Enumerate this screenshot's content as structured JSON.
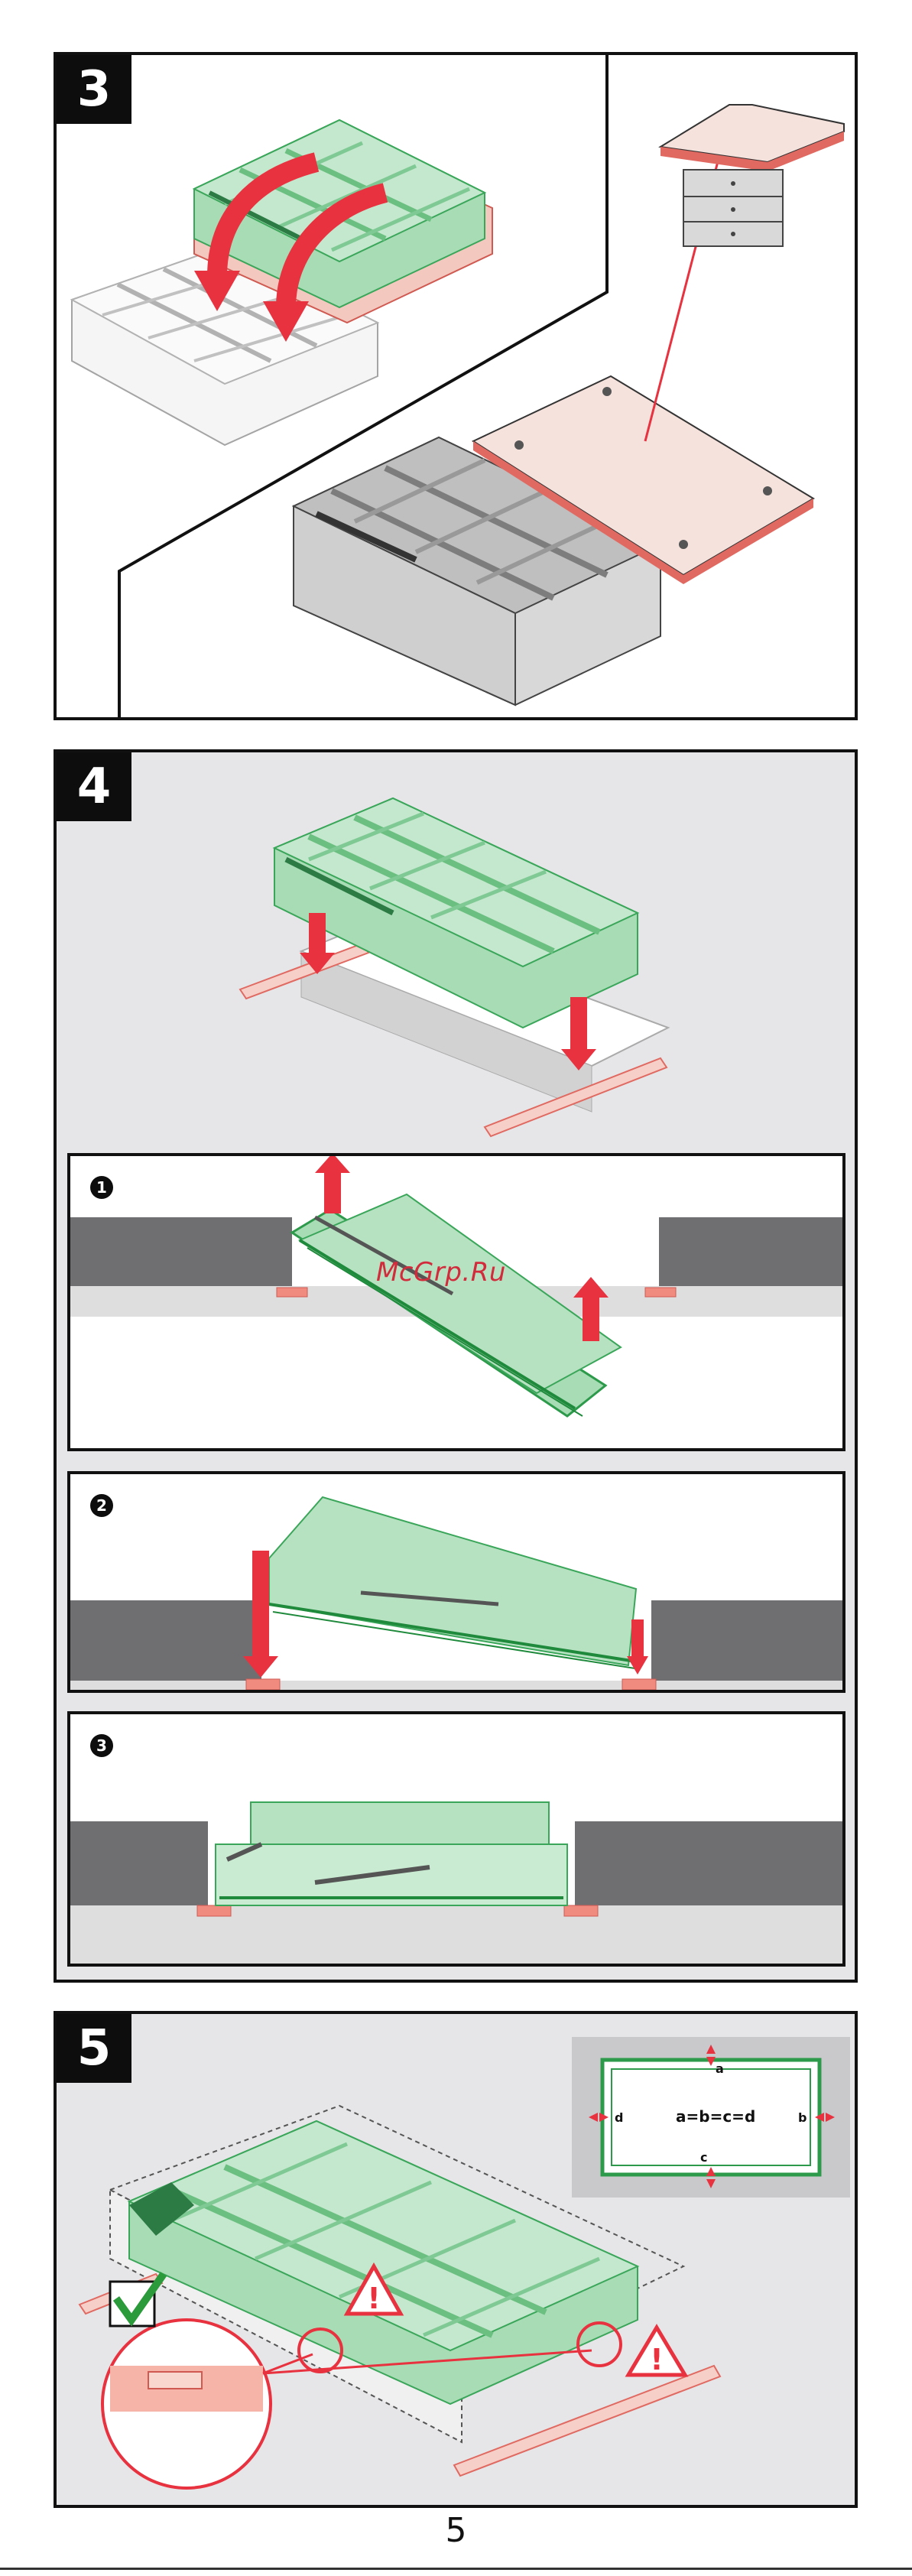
{
  "steps": [
    {
      "number": "3"
    },
    {
      "number": "4"
    },
    {
      "number": "5"
    }
  ],
  "substeps": [
    {
      "number": "1"
    },
    {
      "number": "2"
    },
    {
      "number": "3"
    }
  ],
  "watermark": "McGrp.Ru",
  "inset": {
    "formula": "a=b=c=d",
    "label_a": "a",
    "label_b": "b",
    "label_c": "c",
    "label_d": "d"
  },
  "warning_symbol": "!",
  "page_number": "5",
  "colors": {
    "frame_green": "#a8dcb4",
    "frame_edge_green": "#3aa65a",
    "arrow_red": "#e8323f",
    "pink_lid": "#f7ddd6",
    "pink_edge": "#e06a62",
    "gray_hatch": "#6f6f71",
    "check_green": "#2a9a3a"
  },
  "icons": [
    "warning-triangle-icon",
    "checkmark-icon",
    "red-arrow-icon"
  ]
}
